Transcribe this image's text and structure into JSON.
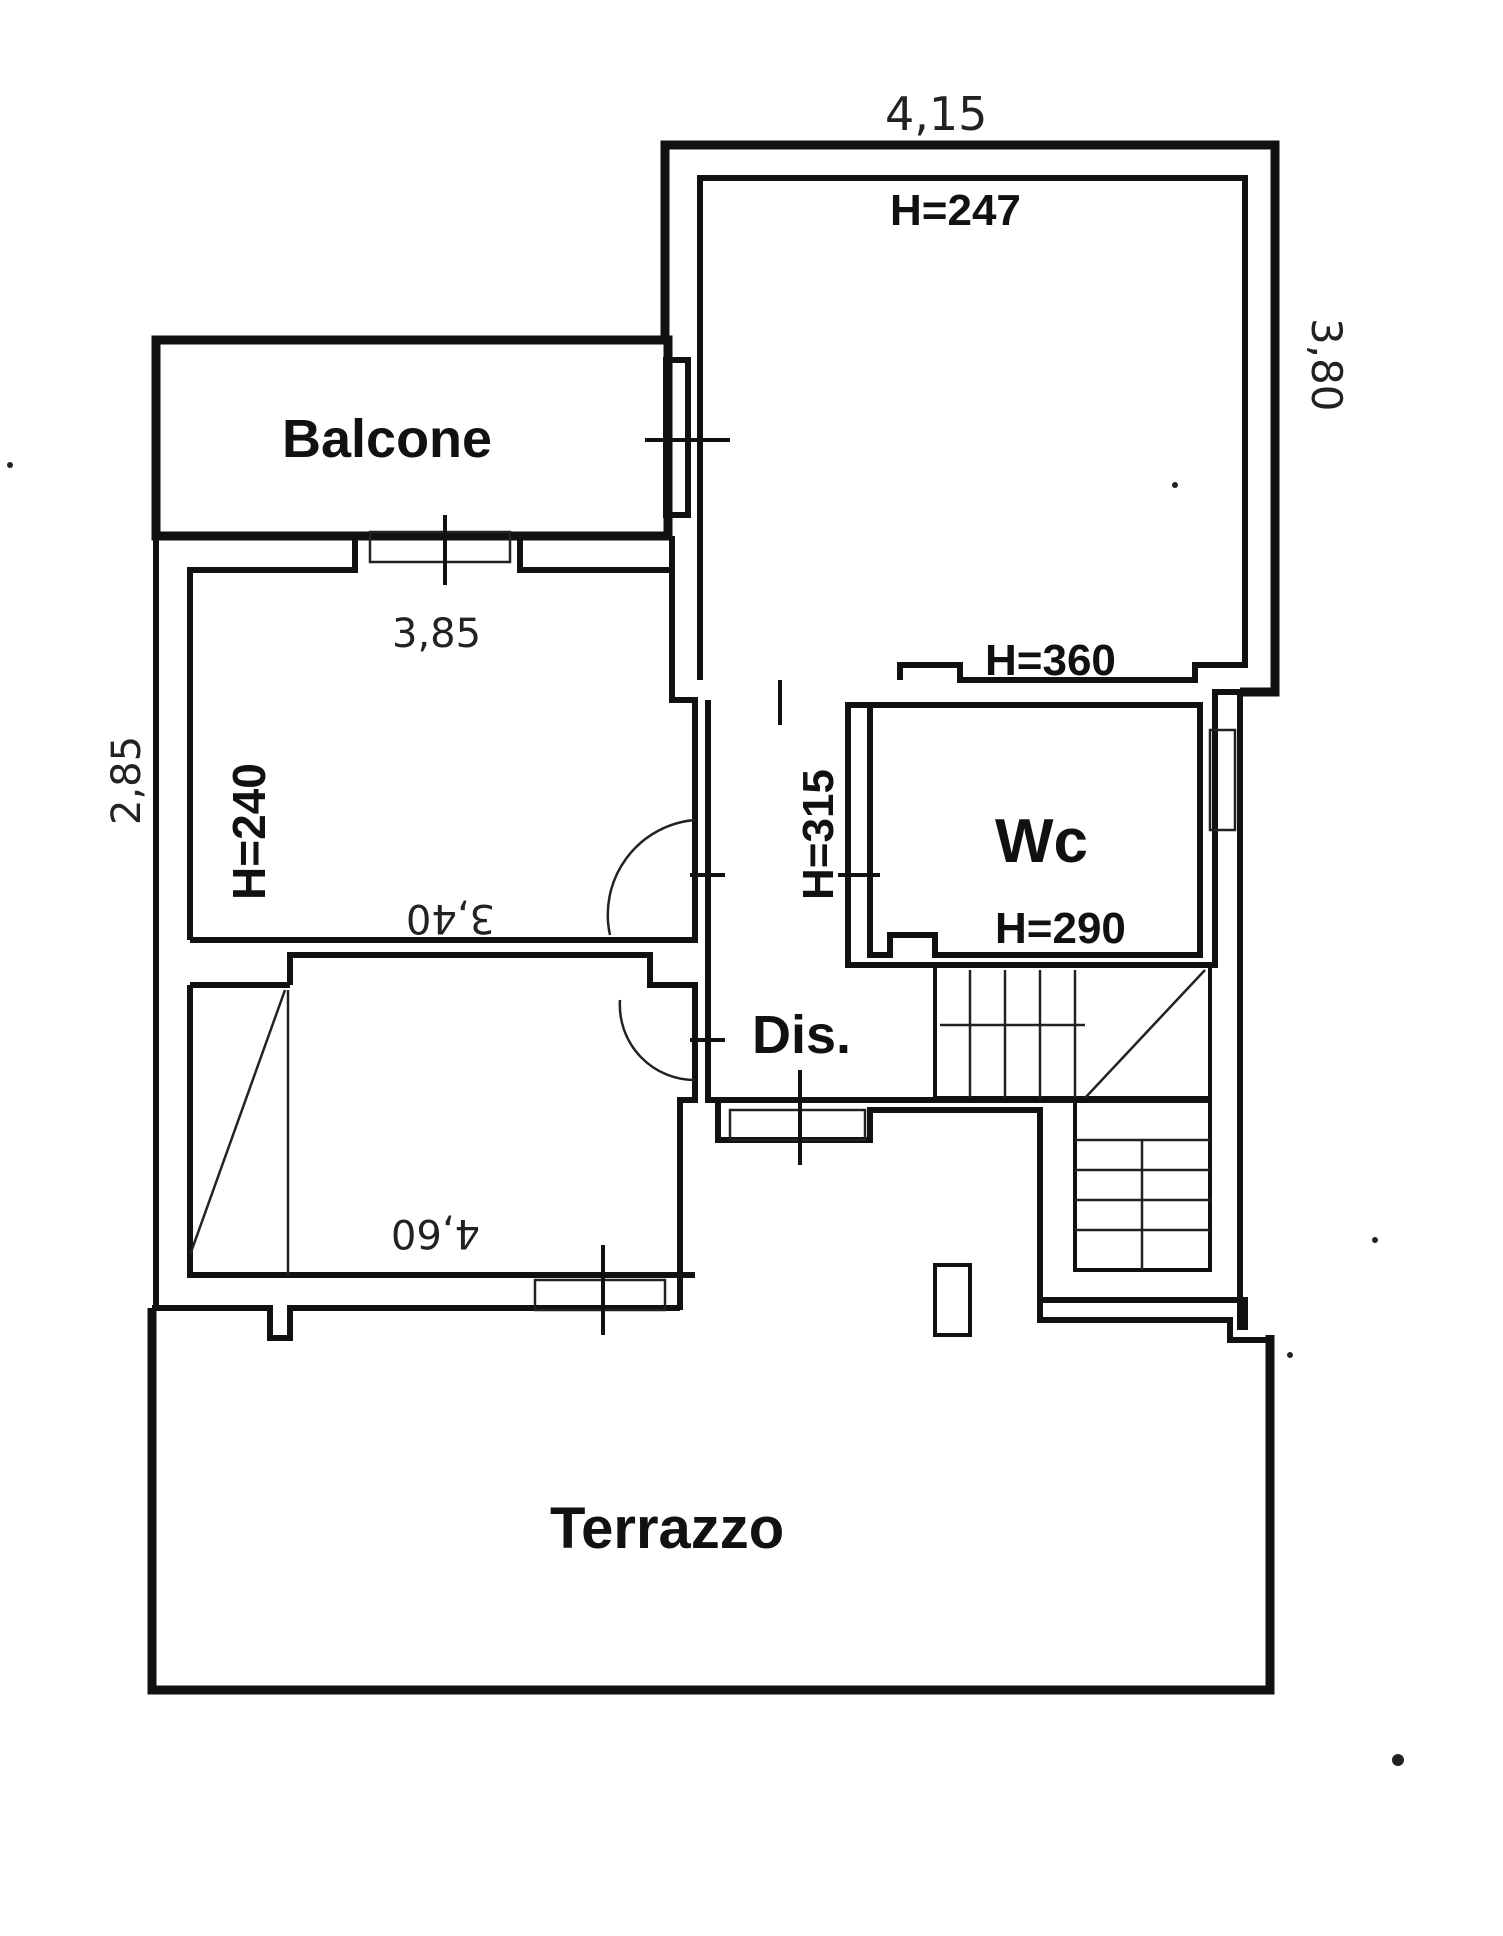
{
  "rooms": {
    "balcone": "Balcone",
    "wc": "Wc",
    "dis": "Dis.",
    "terrazzo": "Terrazzo"
  },
  "heights": {
    "large_room_top": "H=247",
    "large_room_bottom": "H=360",
    "left_room": "H=240",
    "hall": "H=315",
    "wc": "H=290"
  },
  "dimensions": {
    "top_width": "4,15",
    "right_depth": "3,80",
    "left_room_top": "3,85",
    "left_side": "2,85",
    "left_room_bottom": "3,40",
    "lower_room": "4,60"
  }
}
